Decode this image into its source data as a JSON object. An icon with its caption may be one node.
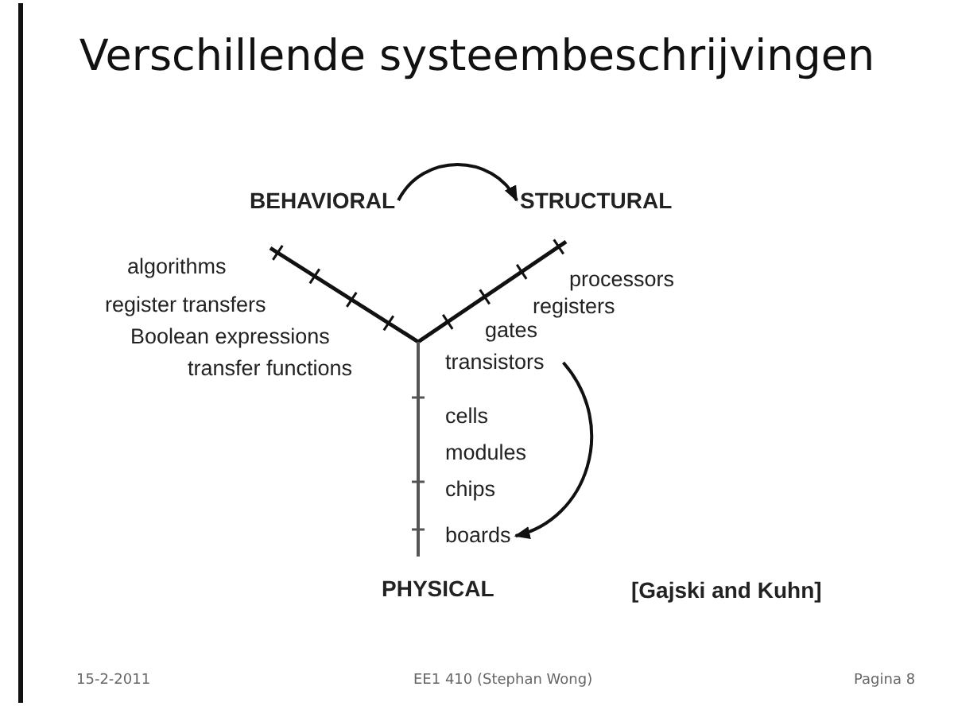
{
  "diagram": {
    "title": "Verschillende systeembeschrijvingen",
    "nodes": [
      {
        "text": [
          "BEHAVIORAL"
        ]
      },
      {
        "text": [
          "STRUCTURAL"
        ]
      },
      {
        "text": [
          "transistors"
        ]
      },
      {
        "text": [
          "boards"
        ]
      }
    ],
    "edges": [
      {
        "from": 0,
        "to": 1,
        "arrow": "to"
      },
      {
        "from": 2,
        "to": 3,
        "arrow": "to"
      }
    ],
    "labels": [
      "algorithms",
      "processors",
      "register transfers",
      "registers",
      "Boolean expressions",
      "gates",
      "transfer functions",
      "cells",
      "modules",
      "chips",
      "PHYSICAL",
      "[Gajski and Kuhn]",
      "15-2-2011",
      "EE1 410 (Stephan Wong)",
      "Pagina 8"
    ]
  }
}
